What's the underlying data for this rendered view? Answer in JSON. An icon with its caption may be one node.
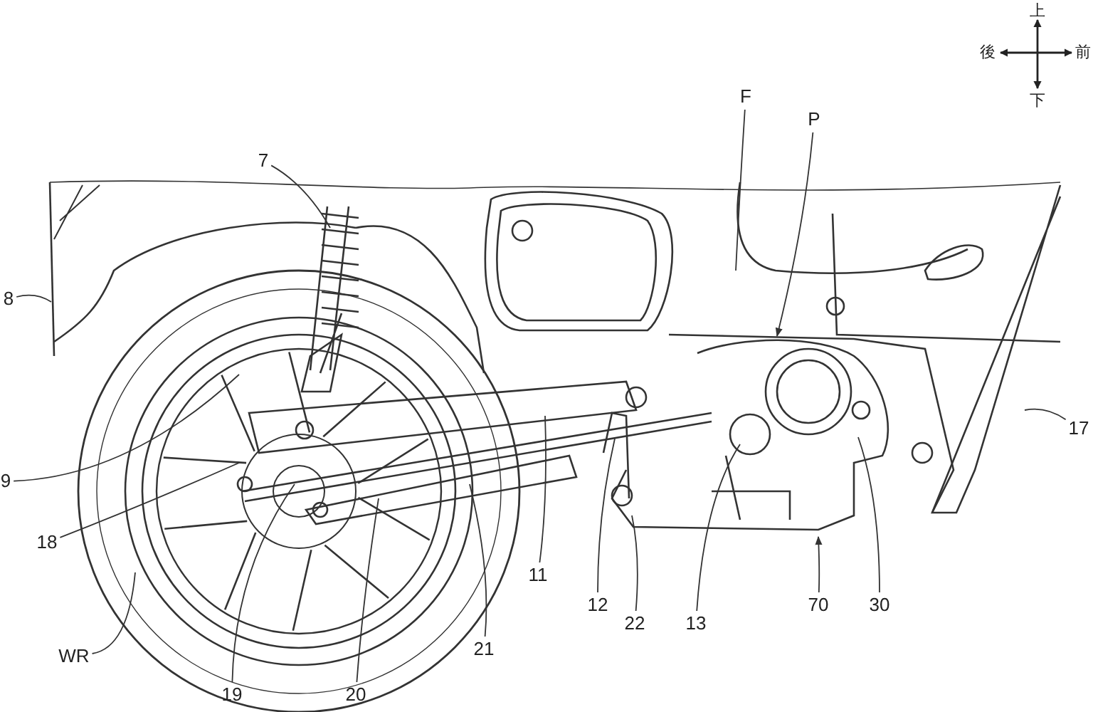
{
  "diagram": {
    "nodes": [
      {
        "text": [
          "7"
        ]
      },
      {
        "text": [
          "F"
        ]
      },
      {
        "text": [
          "P"
        ]
      },
      {
        "text": [
          "8"
        ]
      },
      {
        "text": [
          "9"
        ]
      },
      {
        "text": [
          "18"
        ]
      },
      {
        "text": [
          "WR"
        ]
      },
      {
        "text": [
          "19"
        ]
      },
      {
        "text": [
          "20"
        ]
      },
      {
        "text": [
          "21"
        ]
      },
      {
        "text": [
          "11"
        ]
      },
      {
        "text": [
          "12"
        ]
      },
      {
        "text": [
          "22"
        ]
      },
      {
        "text": [
          "13"
        ]
      },
      {
        "text": [
          "70"
        ]
      },
      {
        "text": [
          "30"
        ]
      },
      {
        "text": [
          "17"
        ]
      }
    ],
    "edges": [
      {
        "from": 0,
        "to": null,
        "arrow": "none"
      },
      {
        "from": 1,
        "to": null,
        "arrow": "none"
      },
      {
        "from": 2,
        "to": null,
        "arrow": "to"
      },
      {
        "from": 3,
        "to": null,
        "arrow": "none"
      },
      {
        "from": 4,
        "to": null,
        "arrow": "none"
      },
      {
        "from": 5,
        "to": null,
        "arrow": "none"
      },
      {
        "from": 6,
        "to": null,
        "arrow": "none"
      },
      {
        "from": 7,
        "to": null,
        "arrow": "none"
      },
      {
        "from": 8,
        "to": null,
        "arrow": "none"
      },
      {
        "from": 9,
        "to": null,
        "arrow": "none"
      },
      {
        "from": 10,
        "to": null,
        "arrow": "none"
      },
      {
        "from": 11,
        "to": null,
        "arrow": "none"
      },
      {
        "from": 12,
        "to": null,
        "arrow": "none"
      },
      {
        "from": 13,
        "to": null,
        "arrow": "none"
      },
      {
        "from": 14,
        "to": null,
        "arrow": "to"
      },
      {
        "from": 15,
        "to": null,
        "arrow": "none"
      },
      {
        "from": 16,
        "to": null,
        "arrow": "none"
      }
    ],
    "labels": [
      "上",
      "後",
      "前",
      "下"
    ]
  }
}
